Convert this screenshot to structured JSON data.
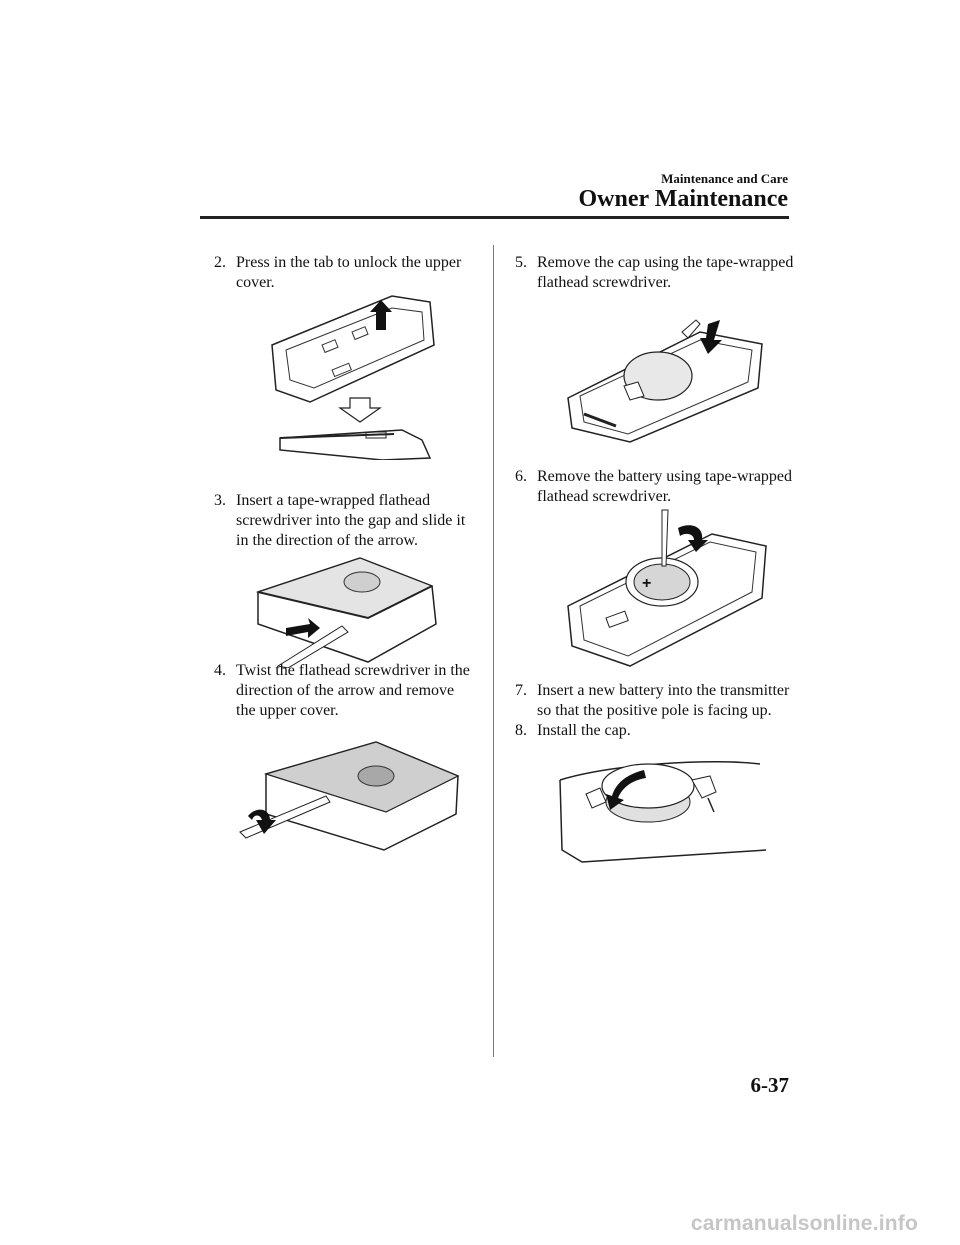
{
  "header": {
    "section": "Maintenance and Care",
    "title": "Owner Maintenance"
  },
  "steps": [
    {
      "num": "2.",
      "text": "Press in the tab to unlock the upper cover."
    },
    {
      "num": "3.",
      "text": "Insert a tape-wrapped flathead screwdriver into the gap and slide it in the direction of the arrow."
    },
    {
      "num": "4.",
      "text": "Twist the flathead screwdriver in the direction of the arrow and remove the upper cover."
    },
    {
      "num": "5.",
      "text": "Remove the cap using the tape-wrapped flathead screwdriver."
    },
    {
      "num": "6.",
      "text": "Remove the battery using tape-wrapped flathead screwdriver."
    },
    {
      "num": "7.",
      "text": "Insert a new battery into the transmitter so that the positive pole is facing up."
    },
    {
      "num": "8.",
      "text": "Install the cap."
    }
  ],
  "page_number": "6-37",
  "watermark": "carmanualsonline.info"
}
